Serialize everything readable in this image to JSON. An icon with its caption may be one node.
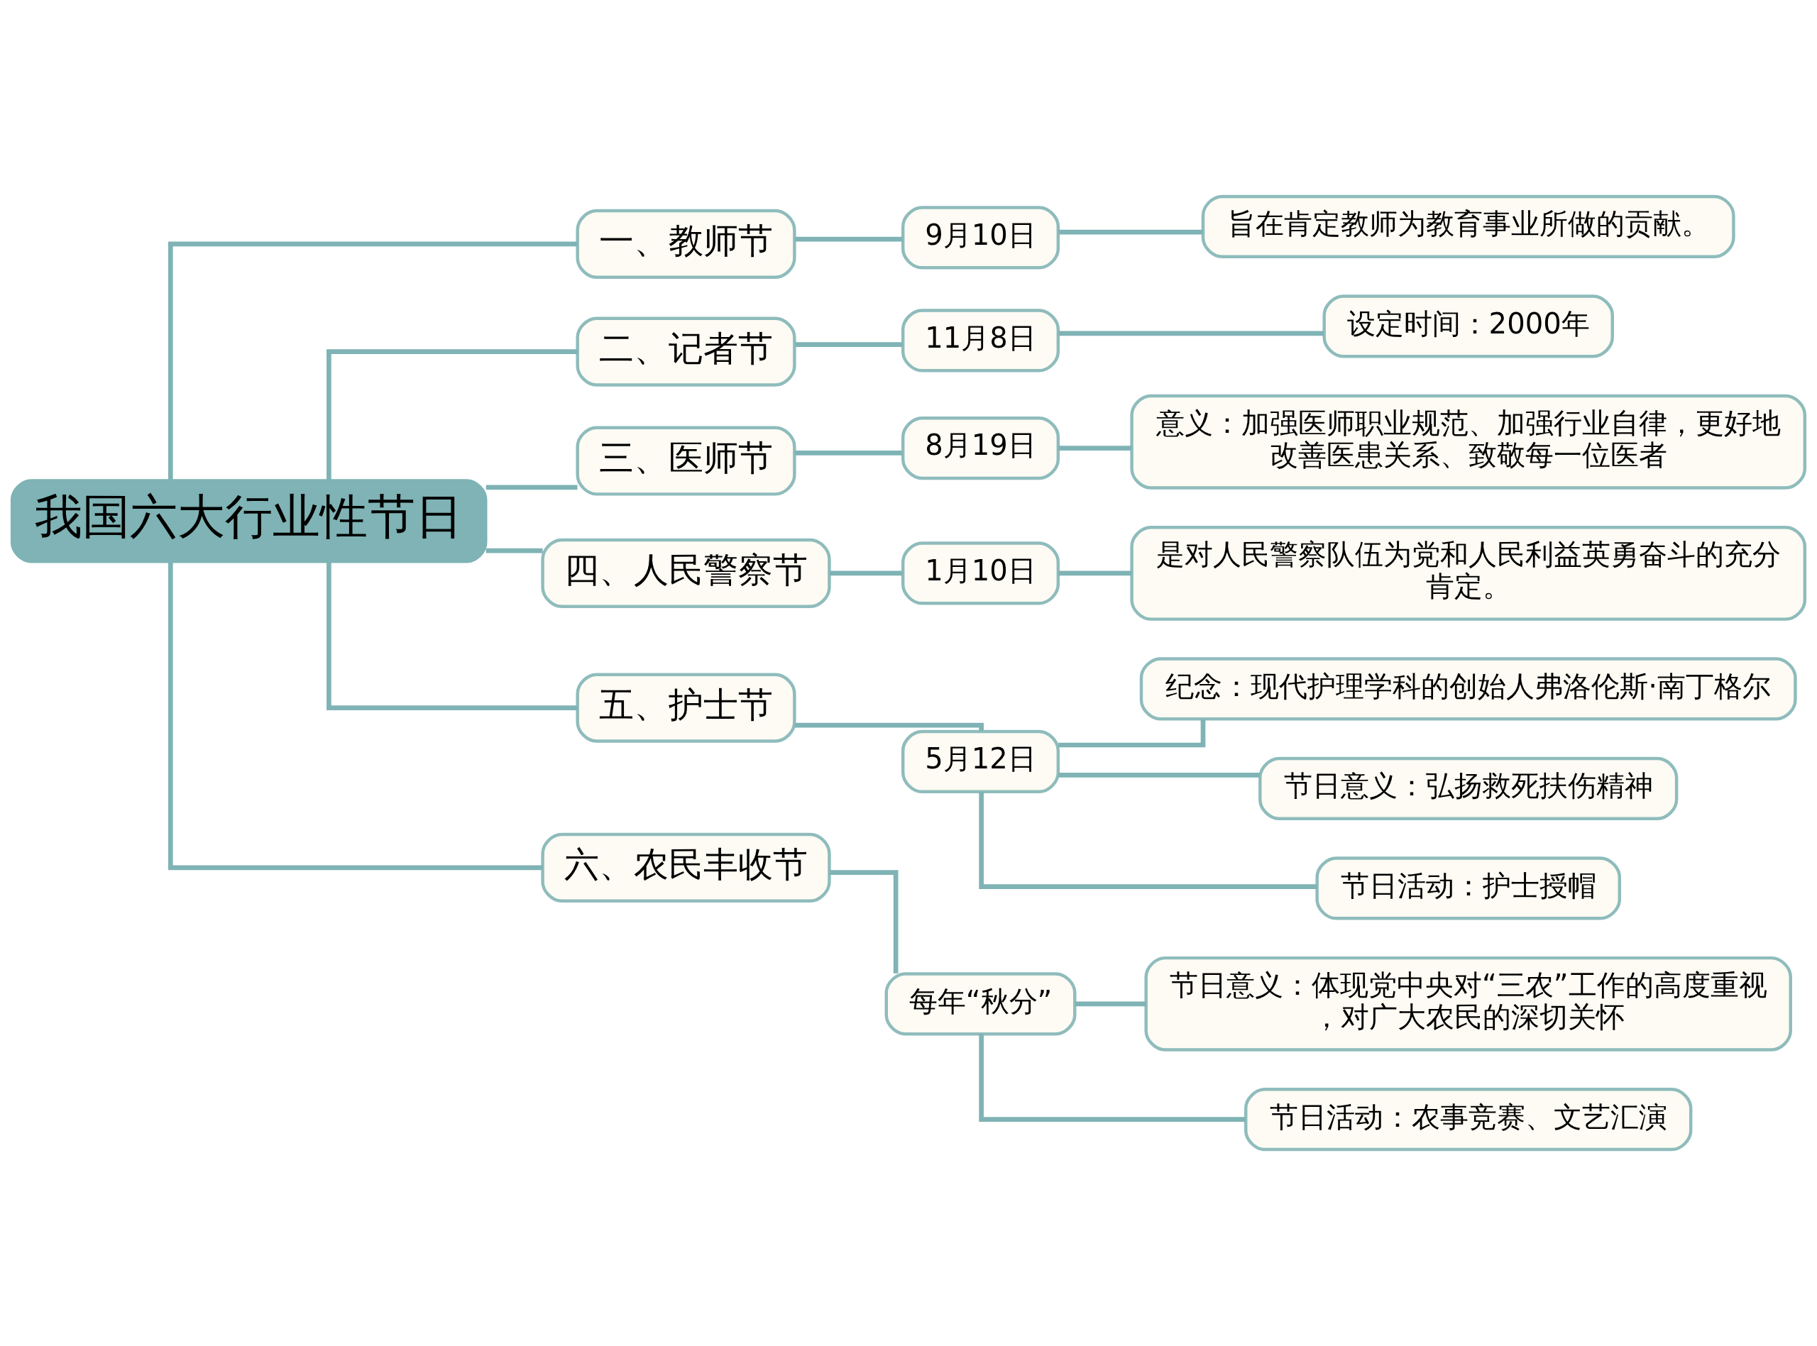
{
  "diagram": {
    "nodes": [
      {
        "text": [
          "我国六大行业性节日"
        ]
      },
      {
        "text": [
          "一、教师节"
        ]
      },
      {
        "text": [
          "9月10日"
        ]
      },
      {
        "text": [
          "旨在肯定教师为教育事业所做的贡献。"
        ]
      },
      {
        "text": [
          "二、记者节"
        ]
      },
      {
        "text": [
          "11月8日"
        ]
      },
      {
        "text": [
          "设定时间：2000年"
        ]
      },
      {
        "text": [
          "三、医师节"
        ]
      },
      {
        "text": [
          "8月19日"
        ]
      },
      {
        "text": [
          "意义：加强医师职业规范、加强行业自律，更好地改善医患关系、致敬每一位医者"
        ]
      },
      {
        "text": [
          "四、人民警察节"
        ]
      },
      {
        "text": [
          "1月10日"
        ]
      },
      {
        "text": [
          "是对人民警察队伍为党和人民利益英勇奋斗的充分肯定。"
        ]
      },
      {
        "text": [
          "五、护士节"
        ]
      },
      {
        "text": [
          "5月12日"
        ]
      },
      {
        "text": [
          "纪念：现代护理学科的创始人弗洛伦斯·南丁格尔"
        ]
      },
      {
        "text": [
          "节日意义：弘扬救死扶伤精神"
        ]
      },
      {
        "text": [
          "节日活动：护士授帽"
        ]
      },
      {
        "text": [
          "六、农民丰收节"
        ]
      },
      {
        "text": [
          "每年“秋分”"
        ]
      },
      {
        "text": [
          "节日意义：体现党中央对“三农”工作的高度重视，对广大农民的深切关怀"
        ]
      },
      {
        "text": [
          "节日活动：农事竞赛、文艺汇演"
        ]
      }
    ],
    "edges": [
      {
        "from": 0,
        "to": 1,
        "arrow": "none"
      },
      {
        "from": 1,
        "to": 2,
        "arrow": "none"
      },
      {
        "from": 2,
        "to": 3,
        "arrow": "none"
      },
      {
        "from": 0,
        "to": 4,
        "arrow": "none"
      },
      {
        "from": 4,
        "to": 5,
        "arrow": "none"
      },
      {
        "from": 5,
        "to": 6,
        "arrow": "none"
      },
      {
        "from": 0,
        "to": 7,
        "arrow": "none"
      },
      {
        "from": 7,
        "to": 8,
        "arrow": "none"
      },
      {
        "from": 8,
        "to": 9,
        "arrow": "none"
      },
      {
        "from": 0,
        "to": 10,
        "arrow": "none"
      },
      {
        "from": 10,
        "to": 11,
        "arrow": "none"
      },
      {
        "from": 11,
        "to": 12,
        "arrow": "none"
      },
      {
        "from": 0,
        "to": 13,
        "arrow": "none"
      },
      {
        "from": 13,
        "to": 14,
        "arrow": "none"
      },
      {
        "from": 14,
        "to": 15,
        "arrow": "none"
      },
      {
        "from": 14,
        "to": 16,
        "arrow": "none"
      },
      {
        "from": 14,
        "to": 17,
        "arrow": "none"
      },
      {
        "from": 0,
        "to": 18,
        "arrow": "none"
      },
      {
        "from": 18,
        "to": 19,
        "arrow": "none"
      },
      {
        "from": 19,
        "to": 20,
        "arrow": "none"
      },
      {
        "from": 19,
        "to": 21,
        "arrow": "none"
      }
    ]
  }
}
